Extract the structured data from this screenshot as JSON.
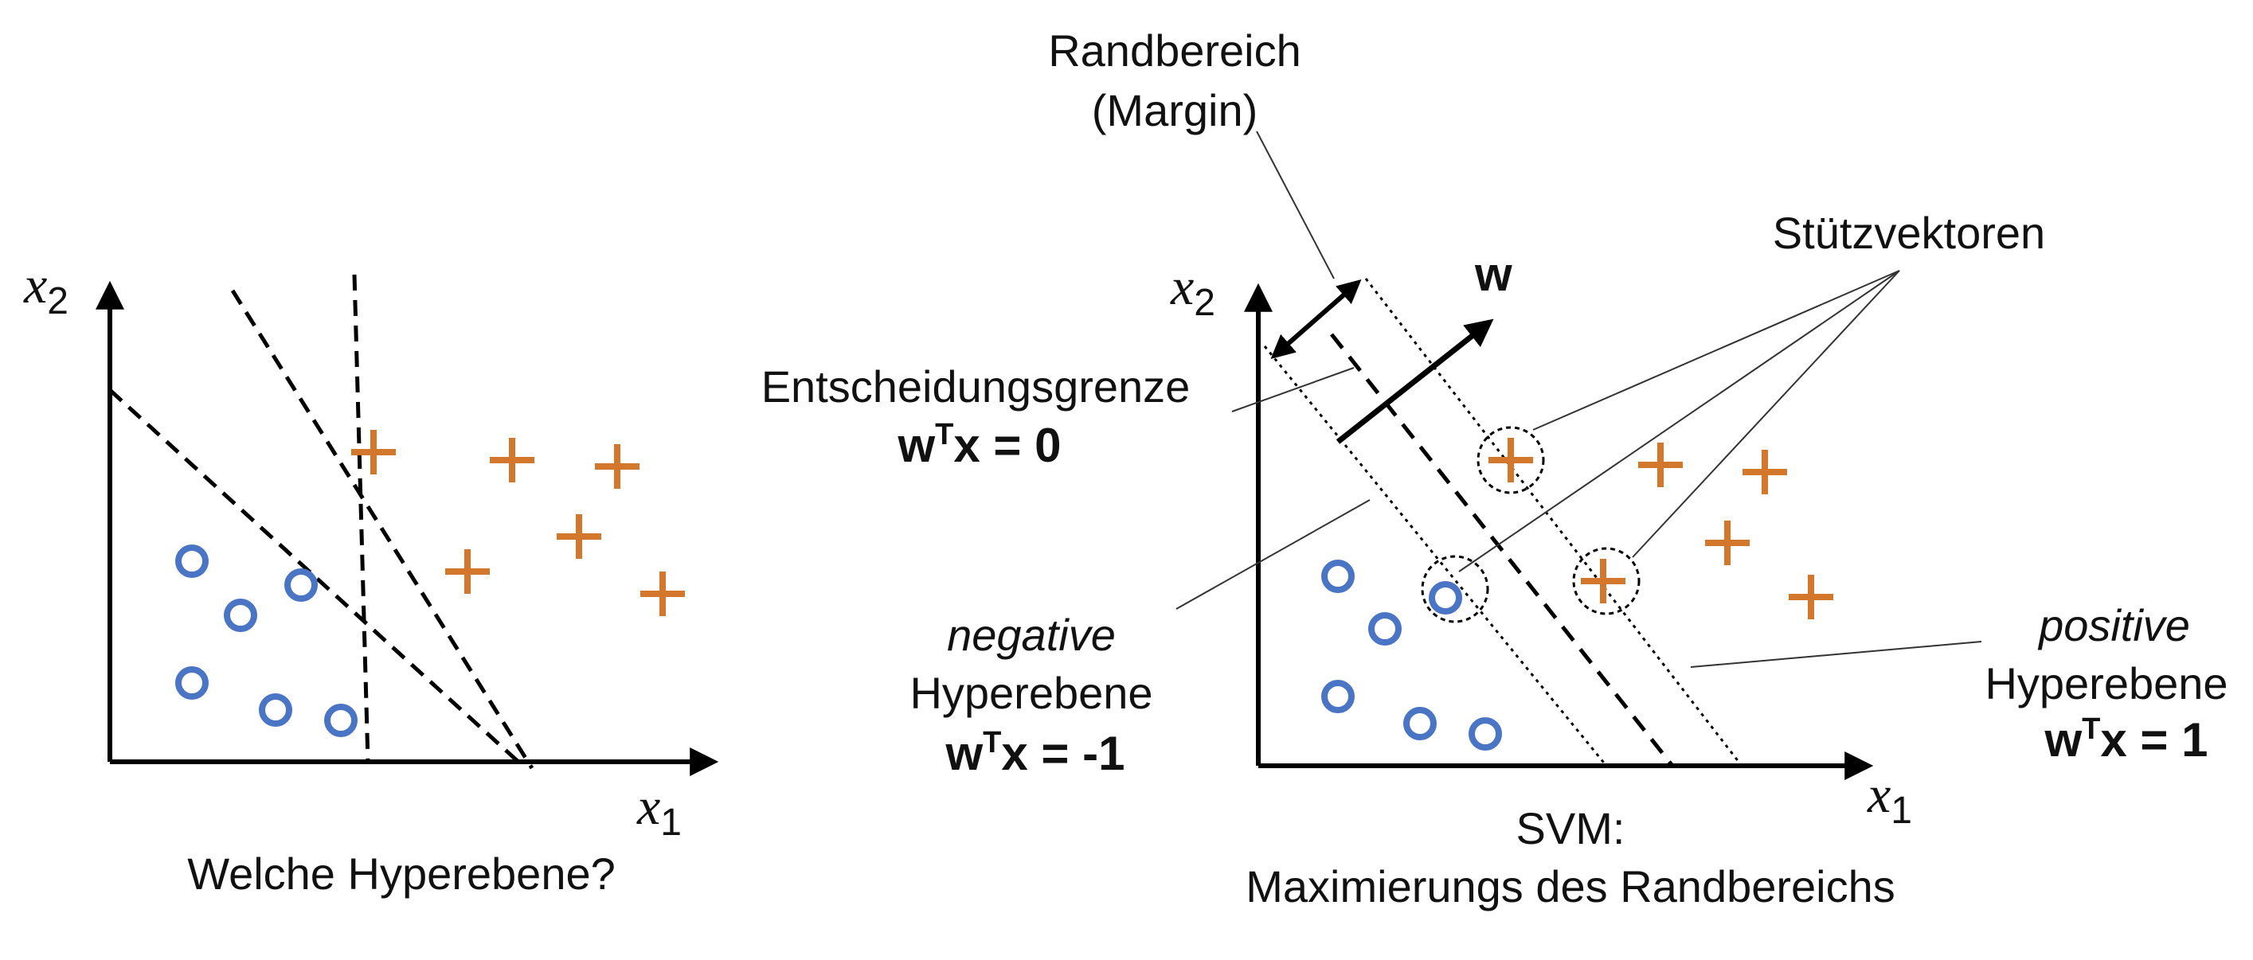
{
  "left_panel": {
    "y_axis_var": "x",
    "y_axis_sub": "2",
    "x_axis_var": "x",
    "x_axis_sub": "1",
    "caption": "Welche Hyperebene?"
  },
  "right_panel": {
    "y_axis_var": "x",
    "y_axis_sub": "2",
    "x_axis_var": "x",
    "x_axis_sub": "1",
    "margin_label_line1": "Randbereich",
    "margin_label_line2": "(Margin)",
    "w_label": "w",
    "support_vectors_label": "Stützvektoren",
    "decision_boundary_label": "Entscheidungsgrenze",
    "decision_formula": {
      "w": "w",
      "sup": "T",
      "rest": "x = 0"
    },
    "negative_label": "negative",
    "negative_hyperplane_label": "Hyperebene",
    "negative_formula": {
      "w": "w",
      "sup": "T",
      "rest": "x = -1"
    },
    "positive_label": "positive",
    "positive_hyperplane_label": "Hyperebene",
    "positive_formula": {
      "w": "w",
      "sup": "T",
      "rest": "x = 1"
    },
    "caption_line1": "SVM:",
    "caption_line2": "Maximierungs des Randbereichs"
  },
  "colors": {
    "circle_class": "#4a74c4",
    "plus_class": "#d2772b",
    "axes": "#000000"
  },
  "icons": {
    "circle_marker": "circle-icon",
    "plus_marker": "plus-icon"
  }
}
